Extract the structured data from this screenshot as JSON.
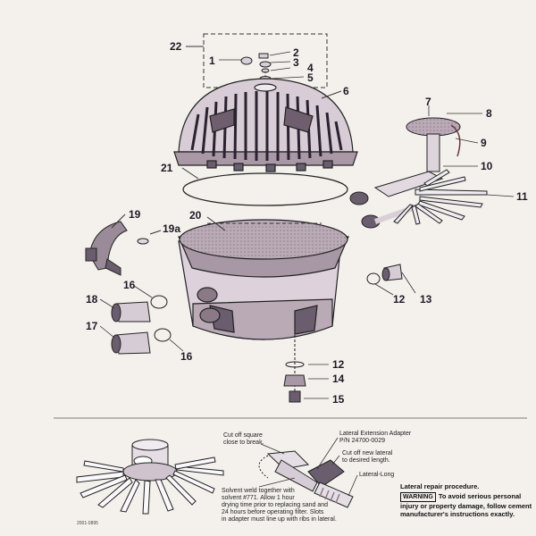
{
  "parts": {
    "p22": "22",
    "p1": "1",
    "p2": "2",
    "p3": "3",
    "p4": "4",
    "p5": "5",
    "p6": "6",
    "p7": "7",
    "p8": "8",
    "p9": "9",
    "p10": "10",
    "p11": "11",
    "p19": "19",
    "p19a": "19a",
    "p20": "20",
    "p21": "21",
    "p16a": "16",
    "p16b": "16",
    "p12a": "12",
    "p12b": "12",
    "p13": "13",
    "p18": "18",
    "p17": "17",
    "p14": "14",
    "p15": "15"
  },
  "repair": {
    "cut_square": "Cut off square\nclose to break.",
    "adapter": "Lateral Extension Adapter\nP/N 24700-0029",
    "cut_new": "Cut off new lateral\nto desired length.",
    "lateral_long": "Lateral-Long",
    "solvent": "Solvent weld together with\nsolvent #771. Allow 1 hour\ndrying time prior to replacing sand and\n24 hours before operating filter. Slots\nin adapter must line up with ribs in lateral.",
    "code": "2001-0895",
    "title": "Lateral repair procedure.",
    "warning_tag": "WARNING",
    "warning_text": "To avoid serious personal injury or property damage, follow cement manufacturer's instructions exactly."
  },
  "colors": {
    "ink": "#1c1a24",
    "fill": "#c9bcc8",
    "dark": "#6a5e6e",
    "paper": "#f4f1ec"
  }
}
